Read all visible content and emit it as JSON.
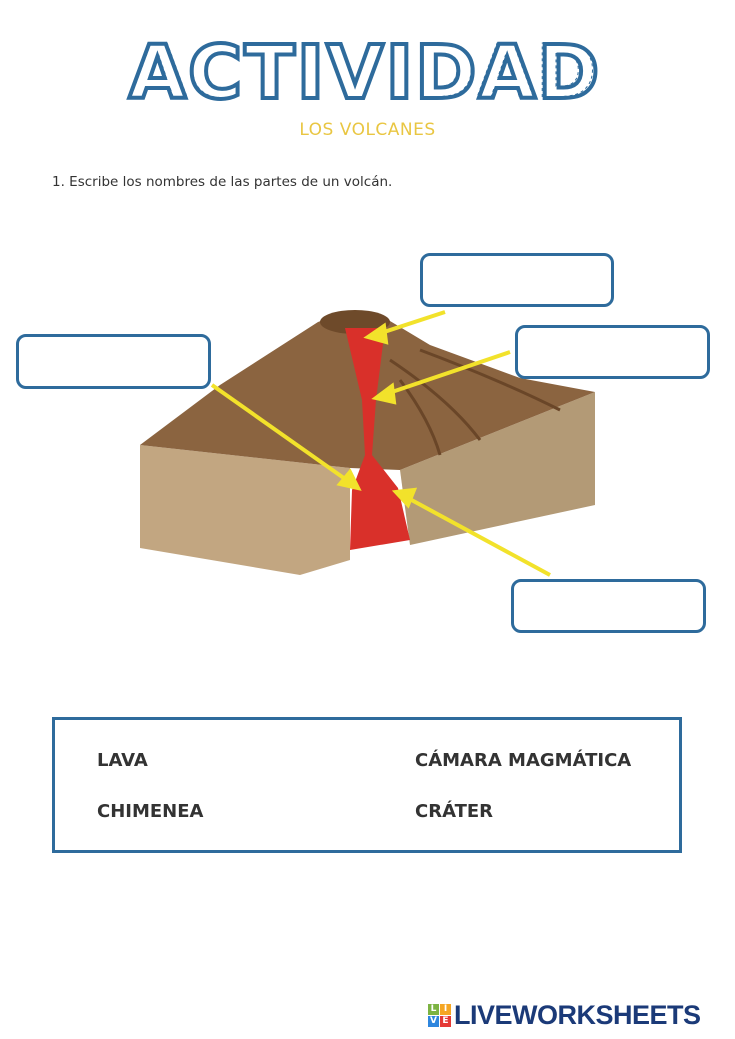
{
  "header": {
    "title": "ACTIVIDAD",
    "subtitle": "LOS VOLCANES"
  },
  "instruction": "1. Escribe los nombres de las partes de un volcán.",
  "answer_boxes": [
    {
      "position": "top",
      "value": ""
    },
    {
      "position": "left",
      "value": ""
    },
    {
      "position": "right",
      "value": ""
    },
    {
      "position": "bottom-right",
      "value": ""
    }
  ],
  "word_bank": [
    "LAVA",
    "CÁMARA MAGMÁTICA",
    "CHIMENEA",
    "CRÁTER"
  ],
  "footer": {
    "logo_text": "LIVEWORKSHEETS",
    "logo_cubes": [
      "L",
      "I",
      "V",
      "E"
    ]
  },
  "colors": {
    "title_outline": "#2e6b9c",
    "subtitle": "#e9c642",
    "arrow": "#f2e22b",
    "lava": "#d9302a",
    "logo": "#1b3a78"
  }
}
